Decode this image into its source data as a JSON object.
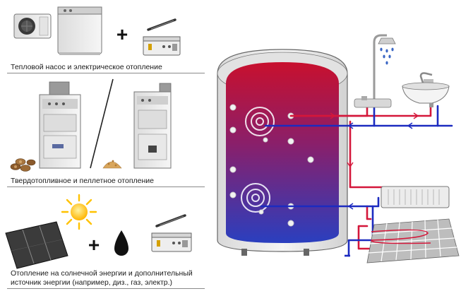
{
  "sections": [
    {
      "caption": "Тепловой насос и электрическое отопление"
    },
    {
      "caption": "Твердотопливное и пеллетное отопление"
    },
    {
      "caption_line1": "Отопление на солнечной энергии и дополнительный",
      "caption_line2": "источник энергии (например, диз., газ, электр.)"
    }
  ],
  "symbols": {
    "plus": "+"
  },
  "colors": {
    "hot": "#d4173a",
    "cold": "#1c2bc0",
    "tank_top": "#c8102e",
    "tank_bottom": "#2a3fbf",
    "shell": "#e9e9e9",
    "outline": "#555555",
    "sun": "#ffc200"
  }
}
